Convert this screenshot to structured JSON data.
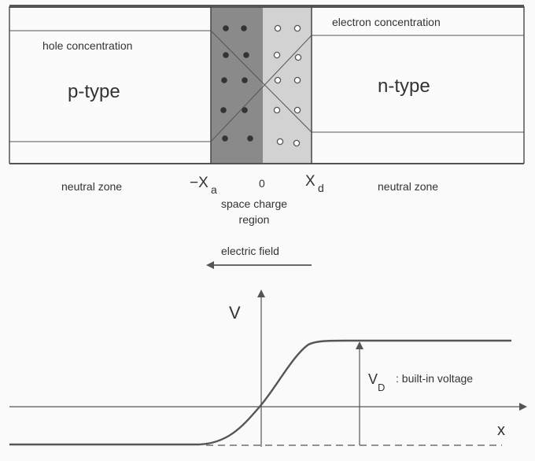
{
  "top_diagram": {
    "hole_label": "hole concentration",
    "electron_label": "electron concentration",
    "p_label": "p-type",
    "n_label": "n-type",
    "neutral_left": "neutral zone",
    "neutral_right": "neutral zone",
    "xa_main": "−X",
    "xa_sub": "a",
    "origin": "0",
    "xd_main": "X",
    "xd_sub": "d",
    "space_charge_line1": "space charge",
    "space_charge_line2": "region",
    "field_label": "electric field",
    "colors": {
      "depletion_p": "#8a8a8a",
      "depletion_n": "#d2d2d2",
      "frame": "#555555"
    }
  },
  "potential_plot": {
    "y_label": "V",
    "x_label": "x",
    "vd_main": "V",
    "vd_sub": "D",
    "vd_text": ": built-in voltage"
  }
}
